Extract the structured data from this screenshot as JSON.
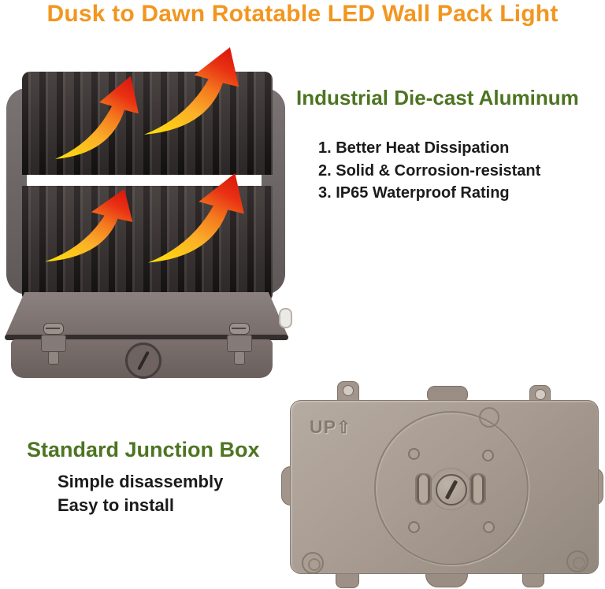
{
  "title": "Dusk to Dawn Rotatable LED Wall Pack Light",
  "aluminum_section": {
    "heading": "Industrial Die-cast Aluminum",
    "features": [
      "1. Better Heat Dissipation",
      "2. Solid & Corrosion-resistant",
      "3. IP65 Waterproof Rating"
    ]
  },
  "junction_section": {
    "heading": "Standard Junction Box",
    "features": [
      "Simple disassembly",
      "Easy to install"
    ],
    "box_marking": "UP"
  },
  "icons": {
    "up_arrow": "⇧",
    "heat_arrows": "curved-heat-flow-arrows"
  },
  "colors": {
    "title_orange": "#F2961F",
    "heading_green": "#4D7422",
    "body_text": "#1B1B1B",
    "heat_arrow_yellow": "#FFE10A",
    "heat_arrow_red": "#DD1C0E",
    "heatsink_gray": "#3E3837",
    "housing_gray": "#7B706D",
    "junction_box_metal": "#A99D93"
  }
}
